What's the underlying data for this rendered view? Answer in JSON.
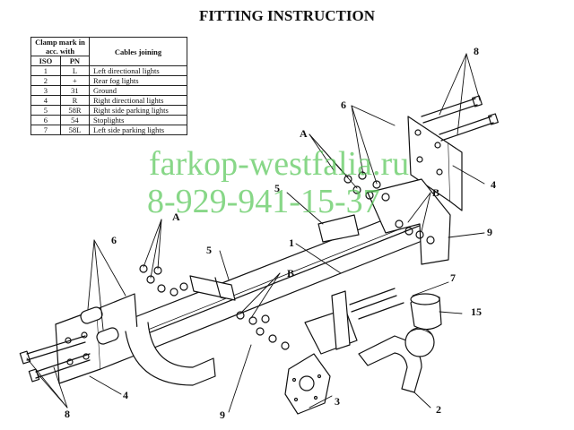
{
  "title": "FITTING INSTRUCTION",
  "table": {
    "header_clamp": "Clamp mark in acc. with",
    "header_iso": "ISO",
    "header_pn": "PN",
    "header_cables": "Cables joining",
    "rows": [
      {
        "iso": "1",
        "pn": "L",
        "cable": "Left directional lights"
      },
      {
        "iso": "2",
        "pn": "+",
        "cable": "Rear fog lights"
      },
      {
        "iso": "3",
        "pn": "31",
        "cable": "Ground"
      },
      {
        "iso": "4",
        "pn": "R",
        "cable": "Right directional lights"
      },
      {
        "iso": "5",
        "pn": "58R",
        "cable": "Right side parking lights"
      },
      {
        "iso": "6",
        "pn": "54",
        "cable": "Stoplights"
      },
      {
        "iso": "7",
        "pn": "58L",
        "cable": "Left side parking lights"
      }
    ]
  },
  "watermark": {
    "line1": "farkop-westfalia.ru",
    "line2": "8-929-941-15-37"
  },
  "labels": {
    "n8_top": "8",
    "n6_top": "6",
    "a_top": "A",
    "n5_top": "5",
    "b_top": "B",
    "n4_right": "4",
    "n9_right": "9",
    "n1": "1",
    "a_left": "A",
    "n6_left": "6",
    "n5_mid": "5",
    "b_mid": "B",
    "n7": "7",
    "n15": "15",
    "n4_left": "4",
    "n8_bottom": "8",
    "n9_bottom": "9",
    "n3": "3",
    "n2": "2"
  }
}
